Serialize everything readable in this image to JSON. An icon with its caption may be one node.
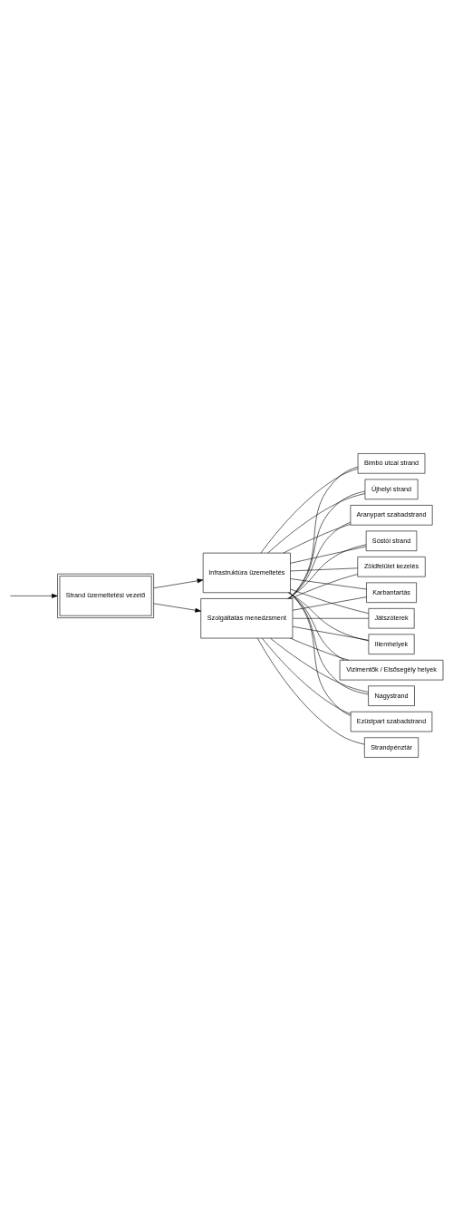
{
  "diagram": {
    "nodes": [
      {
        "text": [
          "Strand üzemeltetési vezető"
        ]
      },
      {
        "text": [
          "Szolgáltatás menedzsment"
        ]
      },
      {
        "text": [
          "Infrastruktúra üzemeltetés"
        ]
      },
      {
        "text": [
          "Nagystrand"
        ]
      },
      {
        "text": [
          "Ezüstpart szabadstrand"
        ]
      },
      {
        "text": [
          "Bimbó utcai strand"
        ]
      },
      {
        "text": [
          "Újhelyi strand"
        ]
      },
      {
        "text": [
          "Aranypart szabadstrand"
        ]
      },
      {
        "text": [
          "Sóstói strand"
        ]
      },
      {
        "text": [
          "Strandpénztár"
        ]
      },
      {
        "text": [
          "Zöldfelület kezelés"
        ]
      },
      {
        "text": [
          "Karbantartás"
        ]
      },
      {
        "text": [
          "Játszóterek"
        ]
      },
      {
        "text": [
          "Illemhelyek"
        ]
      },
      {
        "text": [
          "Vizimentők / Elsősegély helyek"
        ]
      }
    ],
    "edges": [
      {
        "from": null,
        "to": 0,
        "arrow": "to"
      },
      {
        "from": 0,
        "to": 1,
        "arrow": "to"
      },
      {
        "from": 0,
        "to": 2,
        "arrow": "to"
      },
      {
        "from": 1,
        "to": 3,
        "arrow": "none"
      },
      {
        "from": 1,
        "to": 4,
        "arrow": "none"
      },
      {
        "from": 1,
        "to": 5,
        "arrow": "none"
      },
      {
        "from": 1,
        "to": 6,
        "arrow": "none"
      },
      {
        "from": 1,
        "to": 7,
        "arrow": "none"
      },
      {
        "from": 1,
        "to": 8,
        "arrow": "none"
      },
      {
        "from": 1,
        "to": 9,
        "arrow": "none"
      },
      {
        "from": 1,
        "to": 10,
        "arrow": "none"
      },
      {
        "from": 1,
        "to": 11,
        "arrow": "none"
      },
      {
        "from": 1,
        "to": 12,
        "arrow": "none"
      },
      {
        "from": 1,
        "to": 13,
        "arrow": "none"
      },
      {
        "from": 1,
        "to": 14,
        "arrow": "none"
      },
      {
        "from": 2,
        "to": 3,
        "arrow": "none"
      },
      {
        "from": 2,
        "to": 4,
        "arrow": "none"
      },
      {
        "from": 2,
        "to": 5,
        "arrow": "none"
      },
      {
        "from": 2,
        "to": 6,
        "arrow": "none"
      },
      {
        "from": 2,
        "to": 7,
        "arrow": "none"
      },
      {
        "from": 2,
        "to": 8,
        "arrow": "none"
      },
      {
        "from": 2,
        "to": 10,
        "arrow": "none"
      },
      {
        "from": 2,
        "to": 11,
        "arrow": "none"
      },
      {
        "from": 2,
        "to": 12,
        "arrow": "none"
      },
      {
        "from": 2,
        "to": 13,
        "arrow": "none"
      },
      {
        "from": 2,
        "to": 14,
        "arrow": "none"
      }
    ]
  }
}
